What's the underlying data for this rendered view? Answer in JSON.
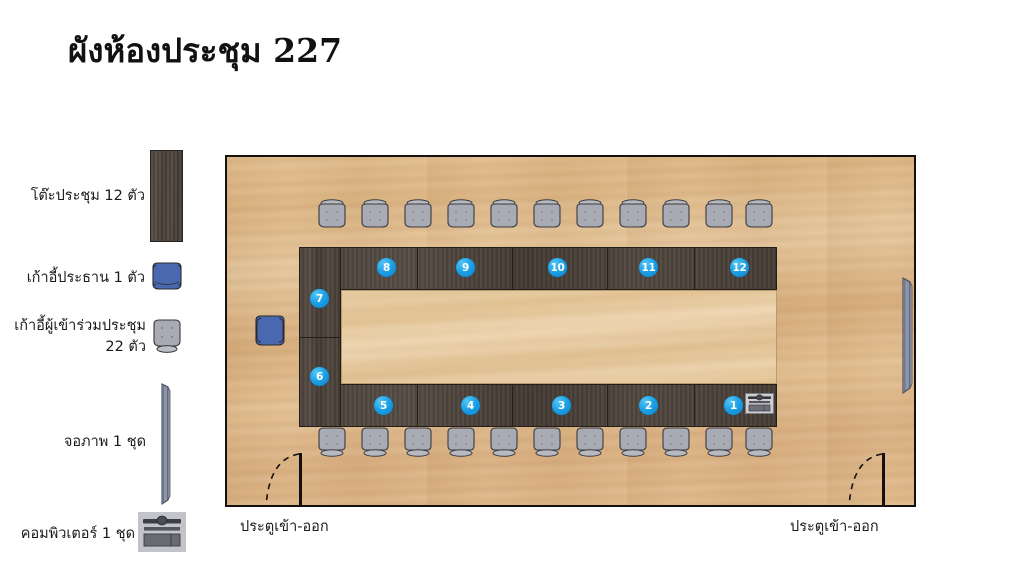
{
  "title": "ผังห้องประชุม 227",
  "legend": {
    "items": [
      {
        "id": "table",
        "label": "โต๊ะประชุม 12 ตัว",
        "icon": "conference-table-icon",
        "count": 12,
        "color": "#4b423b"
      },
      {
        "id": "chairman",
        "label": "เก้าอี้ประธาน 1 ตัว",
        "icon": "chairman-chair-icon",
        "count": 1,
        "color": "#4a68b0"
      },
      {
        "id": "attendee",
        "label": "เก้าอี้ผู้เข้าร่วมประชุม\n22 ตัว",
        "icon": "attendee-chair-icon",
        "count": 22,
        "color": "#a9abb4"
      },
      {
        "id": "screen",
        "label": "จอภาพ 1 ชุด",
        "icon": "display-screen-icon",
        "count": 1,
        "color": "#8e95a8"
      },
      {
        "id": "computer",
        "label": "คอมพิวเตอร์ 1 ชุด",
        "icon": "computer-icon",
        "count": 1,
        "color": "#b9b9bf"
      }
    ]
  },
  "room": {
    "name": "meeting-room-227",
    "floor_color": "#deb687",
    "wall_color": "#14100d",
    "table_color": "#4b423b",
    "table_inner_color": "#e7cba2",
    "badge_color": "#1b9fe5"
  },
  "seats": {
    "top_row_numbers": [
      "8",
      "9",
      "10",
      "11",
      "12"
    ],
    "left_numbers": [
      "7",
      "6"
    ],
    "bottom_row_numbers": [
      "5",
      "4",
      "3",
      "2",
      "1"
    ],
    "all_numbers": [
      "1",
      "2",
      "3",
      "4",
      "5",
      "6",
      "7",
      "8",
      "9",
      "10",
      "11",
      "12"
    ]
  },
  "chairs": {
    "top_count": 11,
    "bottom_count": 11,
    "chairman_count": 1,
    "attendee_color": "#a9abb4",
    "chairman_color": "#4a68b0"
  },
  "doors": [
    {
      "id": "door-left",
      "label": "ประตูเข้า-ออก"
    },
    {
      "id": "door-right",
      "label": "ประตูเข้า-ออก"
    }
  ],
  "equipment": {
    "screen_label": "จอภาพ",
    "computer_label": "คอมพิวเตอร์"
  }
}
